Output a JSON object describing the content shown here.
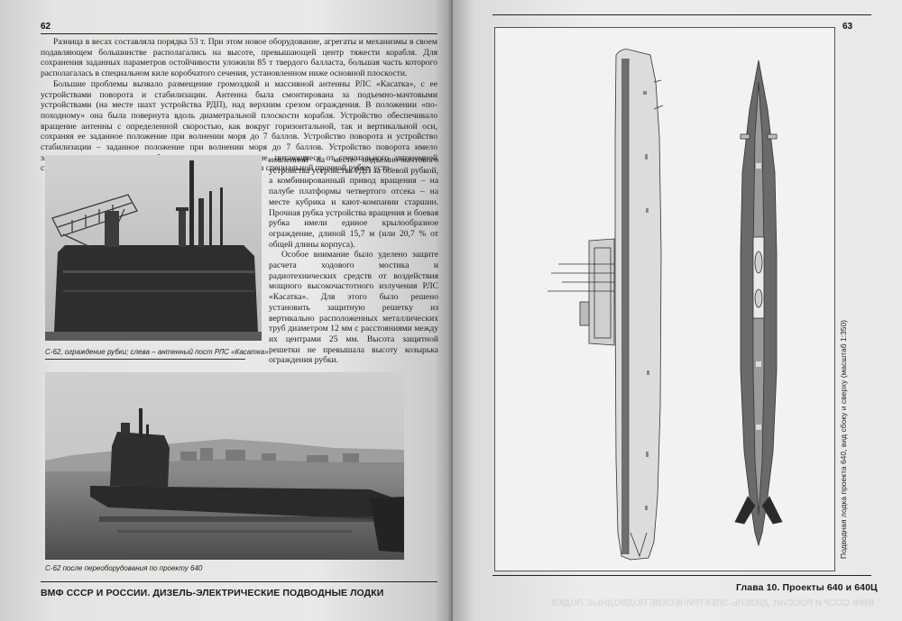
{
  "left_page": {
    "page_number": "62",
    "paragraphs": [
      "Разница в весах составляла порядка 53 т. При этом новое оборудование, агрегаты и механизмы в своем подавляющем большинстве располагались на высоте, превышающей центр тяжести корабля. Для сохранения заданных параметров остойчивости уложили 85 т твердого балласта, большая часть которого располагалась в специальном киле коробчатого сечения, установленном ниже основной плоскости.",
      "Большие проблемы вызвало размещение громоздкой и массивной антенны РЛС «Касатка», с ее устройствами поворота и стабилизации. Антенна была смонтирована за подъемно-мачтовыми устройствами (на месте шахт устройства РДП), над верхним срезом ограждения. В положении «по-походному» она была повернута вдоль диаметральной плоскости корабля. Устройство обеспечивало вращение антенны с определенной скоростью, как вокруг горизонтальной, так и вертикальной оси, сохраняя ее заданное положение при волнении моря до 7 баллов. Устройство поворота и устройство стабилизации – заданное положение при волнении моря до 7 баллов. Устройство поворота имело электрические привода, а стабилизации – гидравлические, питающиеся от специального автономной системы. Редуктор устройства вращения был смонтирован в специальной прочной рубке, уста-"
    ],
    "column_text": [
      "новленной на месте подъемно-мачтового устройства устройства РДП за боевой рубкой, а комбинированный привод вращения – на палубе платформы четвертого отсека – на месте кубрика и кают-компании старшин. Прочная рубка устройства вращения и боевая рубка имели единое крылообразное ограждение, длиной 15,7 м (или 20,7 % от общей длины корпуса).",
      "Особое внимание было уделено защите расчета ходового мостика и радиотехнических средств от воздействия мощного высокочастотного излучения РЛС «Касатка». Для этого было решено установить защитную решетку из вертикально расположенных металлических труб диаметром 12 мм с расстояниями между их центрами 25 мм. Высота защитной решетки не превышала высоту козырька ограждения рубки."
    ],
    "photo1_caption": "С-62, ограждение рубки; слева – антенный пост РЛС «Касатка»",
    "photo2_caption": "С-62 после переоборудования по проекту 640",
    "footer": "ВМФ СССР И РОССИИ. ДИЗЕЛЬ-ЭЛЕКТРИЧЕСКИЕ ПОДВОДНЫЕ ЛОДКИ"
  },
  "right_page": {
    "page_number": "63",
    "drawing_caption": "Подводная лодка проекта 640, вид сбоку и сверху (масштаб 1:350)",
    "footer": "Глава 10. Проекты 640 и 640Ц",
    "ghost_footer": "ВМФ СССР И РОССИИ. ДИЗЕЛЬ-ЭЛЕКТРИЧЕСКИЕ ПОДВОДНЫЕ ЛОДКИ"
  }
}
